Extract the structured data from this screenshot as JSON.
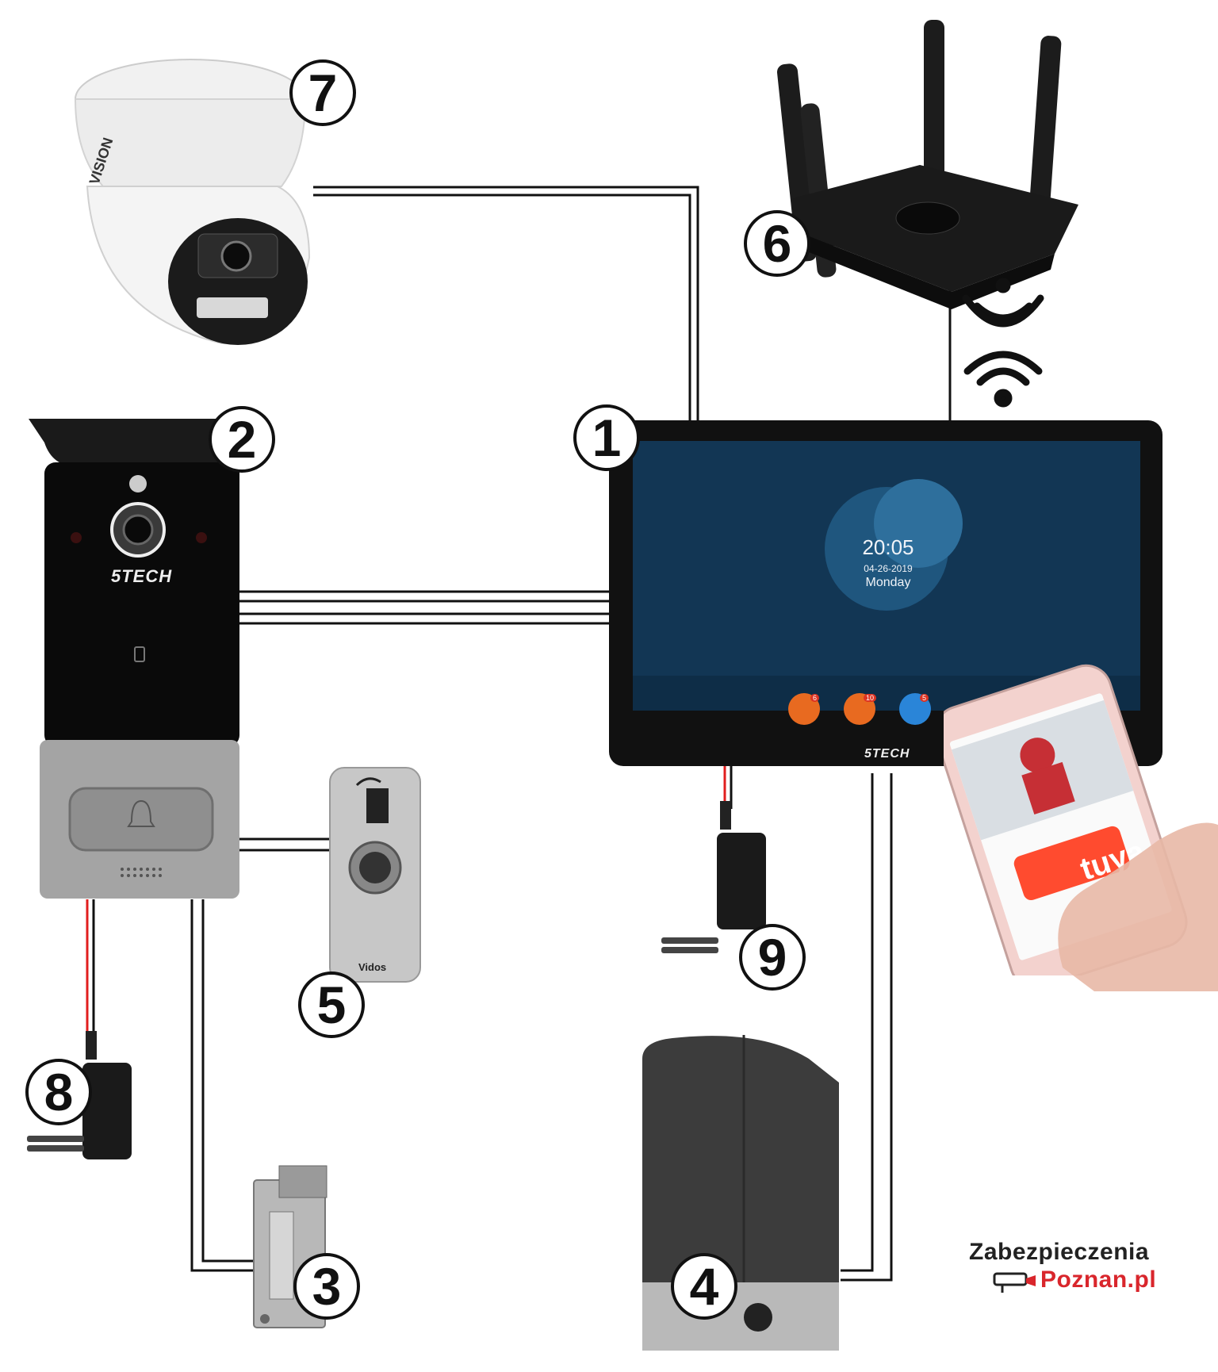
{
  "labels": {
    "n1": "1",
    "n2": "2",
    "n3": "3",
    "n4": "4",
    "n5": "5",
    "n6": "6",
    "n7": "7",
    "n8": "8",
    "n9": "9"
  },
  "monitor": {
    "time": "20:05",
    "date": "04-26-2019",
    "day": "Monday",
    "brand": "5TECH",
    "badges": [
      "6",
      "10",
      "5"
    ]
  },
  "doorbell": {
    "brand": "5TECH"
  },
  "exit_button": {
    "brand": "Vidos"
  },
  "camera": {
    "brand": "VISION"
  },
  "phone": {
    "app": "tuya"
  },
  "logo": {
    "line1": "Zabezpieczenia",
    "line2": "Poznan.pl"
  },
  "colors": {
    "wire": "#111111",
    "power_wire": "#e11d1d",
    "logo_red": "#d9262c",
    "tuya_red": "#ff4b2f"
  }
}
